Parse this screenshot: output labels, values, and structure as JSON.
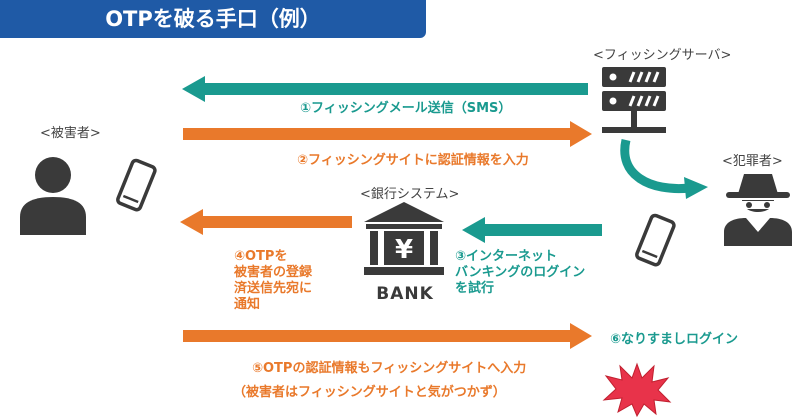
{
  "title": "OTPを破る手口（例）",
  "labels": {
    "victim": "<被害者>",
    "phishing_server": "<フィッシングサーバ>",
    "criminal": "<犯罪者>",
    "bank_system": "<銀行システム>",
    "bank": "BANK",
    "yen": "¥"
  },
  "steps": {
    "s1": "①フィッシングメール送信（SMS）",
    "s2": "②フィッシングサイトに認証情報を入力",
    "s3": "③インターネット\nバンキングのログイン\nを試行",
    "s4": "④OTPを\n被害者の登録\n済送信先宛に\n通知",
    "s5": "⑤OTPの認証情報もフィッシングサイトへ入力",
    "s5_note": "（被害者はフィッシングサイトと気がつかず）",
    "s6": "⑥なりすましログイン"
  },
  "colors": {
    "title_bg": "#1f5aa6",
    "teal": "#1a9a8f",
    "orange": "#e9792b",
    "icon_gray": "#3a3a3a",
    "burst": "#e8334a"
  }
}
